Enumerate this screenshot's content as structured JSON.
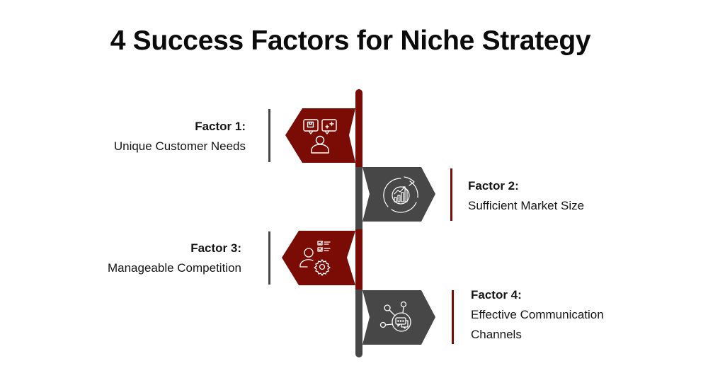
{
  "title": "4 Success Factors for Niche Strategy",
  "colors": {
    "red": "#7a0c05",
    "gray": "#474747",
    "white": "#ffffff",
    "text": "#151515"
  },
  "factors": [
    {
      "heading": "Factor 1:",
      "text": "Unique Customer Needs",
      "side": "left",
      "color": "red",
      "icon": "customer-needs-icon"
    },
    {
      "heading": "Factor 2:",
      "text": "Sufficient Market Size",
      "side": "right",
      "color": "gray",
      "icon": "market-growth-chart-icon"
    },
    {
      "heading": "Factor 3:",
      "text": "Manageable Competition",
      "side": "left",
      "color": "red",
      "icon": "competition-checklist-gear-icon"
    },
    {
      "heading": "Factor 4:",
      "text_line1": "Effective Communication",
      "text_line2": "Channels",
      "side": "right",
      "color": "gray",
      "icon": "communication-network-icon"
    }
  ]
}
